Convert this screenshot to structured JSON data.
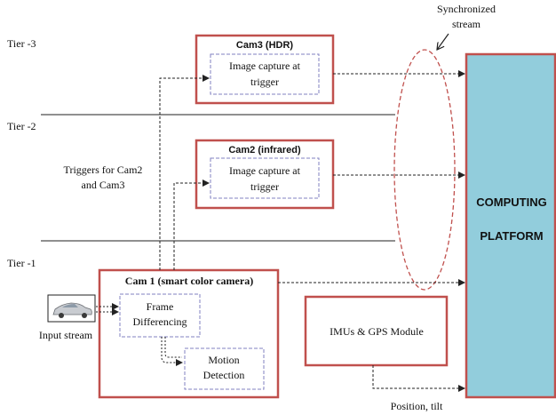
{
  "tiers": {
    "tier3": "Tier -3",
    "tier2": "Tier -2",
    "tier1": "Tier -1"
  },
  "sync": {
    "line1": "Synchronized",
    "line2": "stream"
  },
  "cam3": {
    "title": "Cam3 (HDR)",
    "inner_line1": "Image capture at",
    "inner_line2": "trigger"
  },
  "cam2": {
    "title": "Cam2 (infrared)",
    "inner_line1": "Image capture at",
    "inner_line2": "trigger"
  },
  "triggers": {
    "line1": "Triggers for Cam2",
    "line2": "and Cam3"
  },
  "cam1": {
    "title": "Cam 1 (smart color camera)",
    "frame_line1": "Frame",
    "frame_line2": "Differencing",
    "motion_line1": "Motion",
    "motion_line2": "Detection"
  },
  "input": {
    "label": "Input stream",
    "icon": "car-icon"
  },
  "imu": {
    "label": "IMUs & GPS Module"
  },
  "position": {
    "label": "Position, tilt"
  },
  "computing": {
    "line1": "COMPUTING",
    "line2": "PLATFORM"
  },
  "colors": {
    "box_border": "#c0504d",
    "dashed_box": "#8080c0",
    "computing_fill": "#92cddc",
    "computing_border": "#c0504d",
    "ellipse": "#c0504d",
    "arrow": "#222222"
  }
}
